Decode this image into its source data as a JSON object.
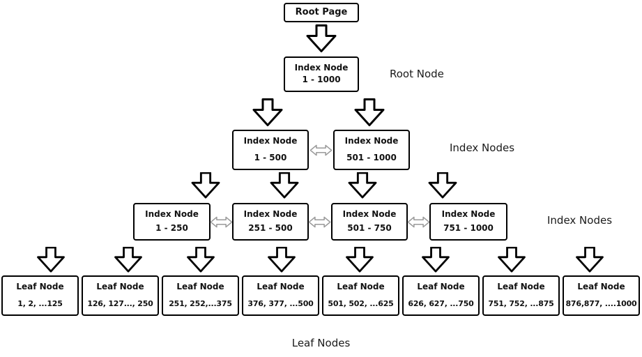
{
  "diagram": {
    "root_page": {
      "label": "Root Page"
    },
    "root_node": {
      "title": "Index Node",
      "range": "1 - 1000"
    },
    "level2": [
      {
        "title": "Index Node",
        "range": "1 - 500"
      },
      {
        "title": "Index Node",
        "range": "501 - 1000"
      }
    ],
    "level3": [
      {
        "title": "Index Node",
        "range": "1 - 250"
      },
      {
        "title": "Index Node",
        "range": "251 - 500"
      },
      {
        "title": "Index Node",
        "range": "501 - 750"
      },
      {
        "title": "Index Node",
        "range": "751 - 1000"
      }
    ],
    "leaves": [
      {
        "title": "Leaf Node",
        "range": "1, 2, ...125"
      },
      {
        "title": "Leaf Node",
        "range": "126, 127..., 250"
      },
      {
        "title": "Leaf Node",
        "range": "251, 252,...375"
      },
      {
        "title": "Leaf Node",
        "range": "376, 377, ...500"
      },
      {
        "title": "Leaf Node",
        "range": "501, 502, ...625"
      },
      {
        "title": "Leaf Node",
        "range": "626, 627, ...750"
      },
      {
        "title": "Leaf Node",
        "range": "751, 752, ...875"
      },
      {
        "title": "Leaf Node",
        "range": "876,877, ....1000"
      }
    ],
    "annotations": {
      "root": "Root Node",
      "index_level_2": "Index Nodes",
      "index_level_3": "Index Nodes",
      "leaf": "Leaf Nodes"
    },
    "colors": {
      "stroke": "#000000",
      "link_arrow": "#9a9a9a",
      "background": "#ffffff"
    }
  }
}
